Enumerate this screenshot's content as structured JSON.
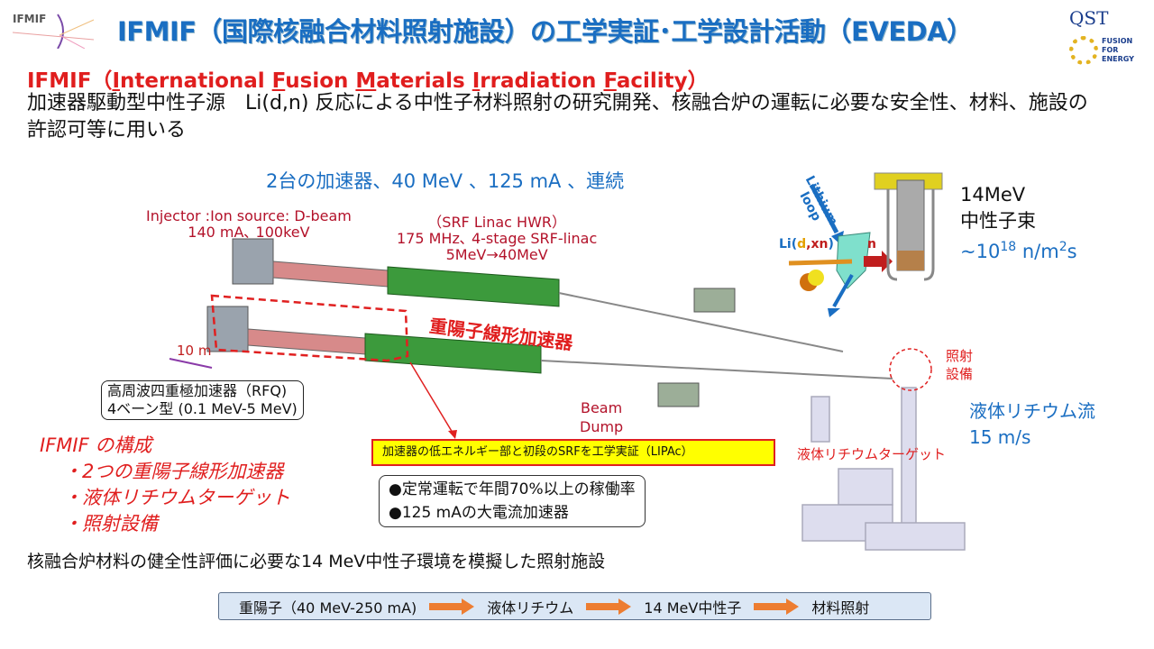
{
  "header": {
    "title": "IFMIF（国際核融合材料照射施設）の工学実証･工学設計活動（EVEDA）",
    "logo_ifmif": "IFMIF",
    "logo_qst": "QST",
    "logo_f4e": "FUSION FOR ENERGY"
  },
  "intro": {
    "heading_parts": [
      "IFMIF（",
      "I",
      "nternational ",
      "F",
      "usion ",
      "M",
      "aterials ",
      "I",
      "rradiation ",
      "F",
      "acility）"
    ],
    "description": "加速器駆動型中性子源　Li(d,n) 反応による中性子材料照射の研究開発、核融合炉の運転に必要な安全性、材料、施設の許認可等に用いる"
  },
  "accelerator": {
    "spec": "2台の加速器、40 MeV 、125 mA 、連続",
    "injector": [
      "Injector :Ion source: D-beam",
      "140 mA､ 100keV"
    ],
    "srf": [
      "（SRF Linac HWR）",
      "175 MHz､ 4-stage SRF-linac",
      "5MeV→40MeV"
    ],
    "deuteron_label": "重陽子線形加速器",
    "scale": "10 m",
    "rfq": [
      "高周波四重極加速器（RFQ)",
      "4ベーン型 (0.1 MeV-5 MeV)"
    ],
    "beam_dump": [
      "Beam",
      "Dump"
    ],
    "lipac": "加速器の低エネルギー部と初段のSRFを工学実証（LIPAc）"
  },
  "composition": {
    "title": "IFMIF の構成",
    "items": [
      "・2つの重陽子線形加速器",
      "・液体リチウムターゲット",
      "・照射設備"
    ]
  },
  "features": [
    "●定常運転で年間70%以上の稼働率",
    "●125 mAの大電流加速器"
  ],
  "target": {
    "lithium_loop": [
      "Lithium",
      "loop"
    ],
    "reaction": {
      "li": "Li(",
      "d": "d",
      ",": ",",
      "xn": "xn",
      ")": ")"
    },
    "n": "n",
    "neutron": [
      "14MeV",
      "中性子束"
    ],
    "flux_prefix": "~10",
    "flux_exp": "18",
    "flux_unit": " n/m",
    "flux_exp2": "2",
    "flux_s": "s",
    "irradiation": [
      "照射",
      "設備"
    ],
    "flow": [
      "液体リチウム流",
      "15 m/s"
    ],
    "li_target": "液体リチウムターゲット"
  },
  "summary": "核融合炉材料の健全性評価に必要な14 MeV中性子環境を模擬した照射施設",
  "flow_bar": [
    "重陽子（40 MeV-250 mA)",
    "液体リチウム",
    "14 MeV中性子",
    "材料照射"
  ],
  "colors": {
    "title": "#1a6ec2",
    "red": "#e01e1e",
    "arrow": "#ed7d31"
  }
}
